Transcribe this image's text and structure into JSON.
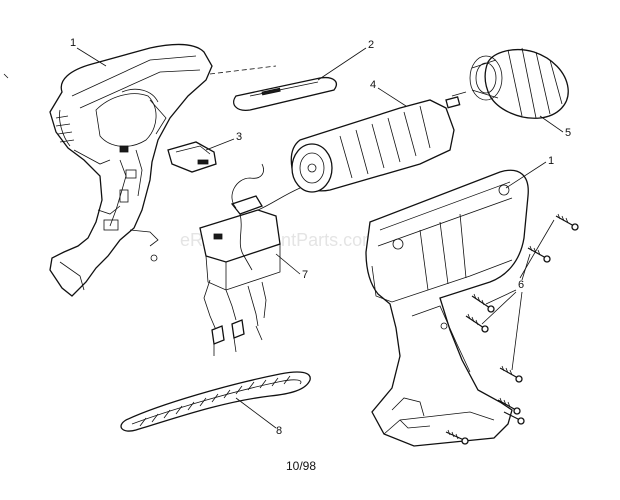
{
  "diagram": {
    "callouts": [
      {
        "id": "1a",
        "label": "1"
      },
      {
        "id": "2",
        "label": "2"
      },
      {
        "id": "3",
        "label": "3"
      },
      {
        "id": "4",
        "label": "4"
      },
      {
        "id": "5",
        "label": "5"
      },
      {
        "id": "1b",
        "label": "1"
      },
      {
        "id": "6",
        "label": "6"
      },
      {
        "id": "7",
        "label": "7"
      },
      {
        "id": "8",
        "label": "8"
      }
    ],
    "footer_date": "10/98",
    "watermark": "eReplacementParts.com"
  }
}
